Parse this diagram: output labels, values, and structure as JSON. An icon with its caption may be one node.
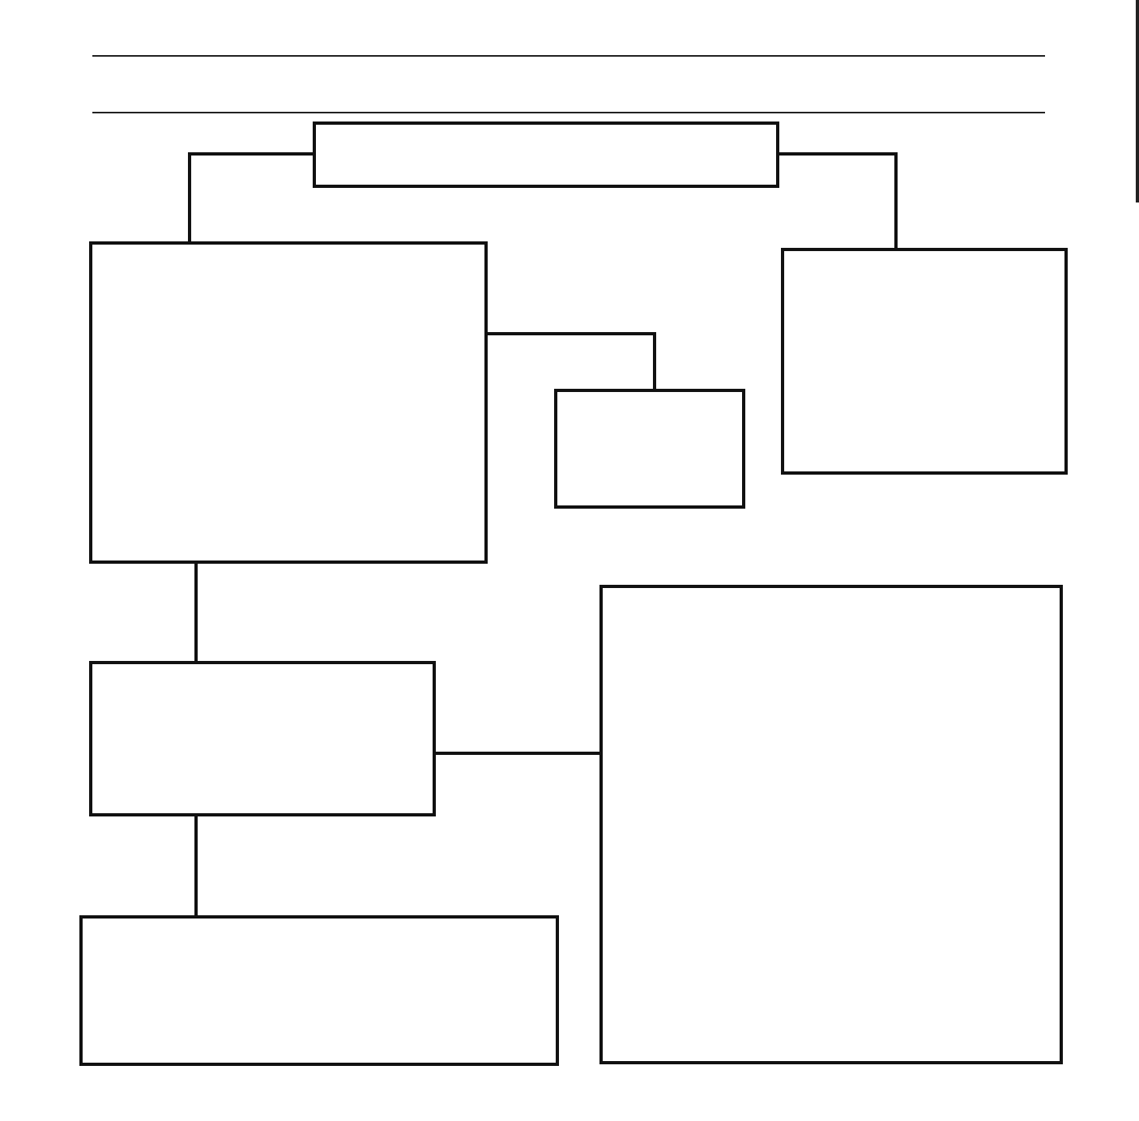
{
  "diagram": {
    "nodes": [
      {
        "text": [],
        "shape": "box"
      },
      {
        "text": [],
        "shape": "box"
      },
      {
        "text": [],
        "shape": "box"
      },
      {
        "text": [],
        "shape": "box"
      },
      {
        "text": [],
        "shape": "box"
      },
      {
        "text": [],
        "shape": "box"
      },
      {
        "text": [],
        "shape": "box"
      }
    ],
    "edges": [
      {
        "from": 0,
        "to": 1,
        "arrow": "none"
      },
      {
        "from": 0,
        "to": 2,
        "arrow": "none"
      },
      {
        "from": 1,
        "to": 3,
        "arrow": "none"
      },
      {
        "from": 1,
        "to": 5,
        "arrow": "none"
      },
      {
        "from": 5,
        "to": 4,
        "arrow": "none"
      },
      {
        "from": 5,
        "to": 6,
        "arrow": "none"
      }
    ]
  }
}
